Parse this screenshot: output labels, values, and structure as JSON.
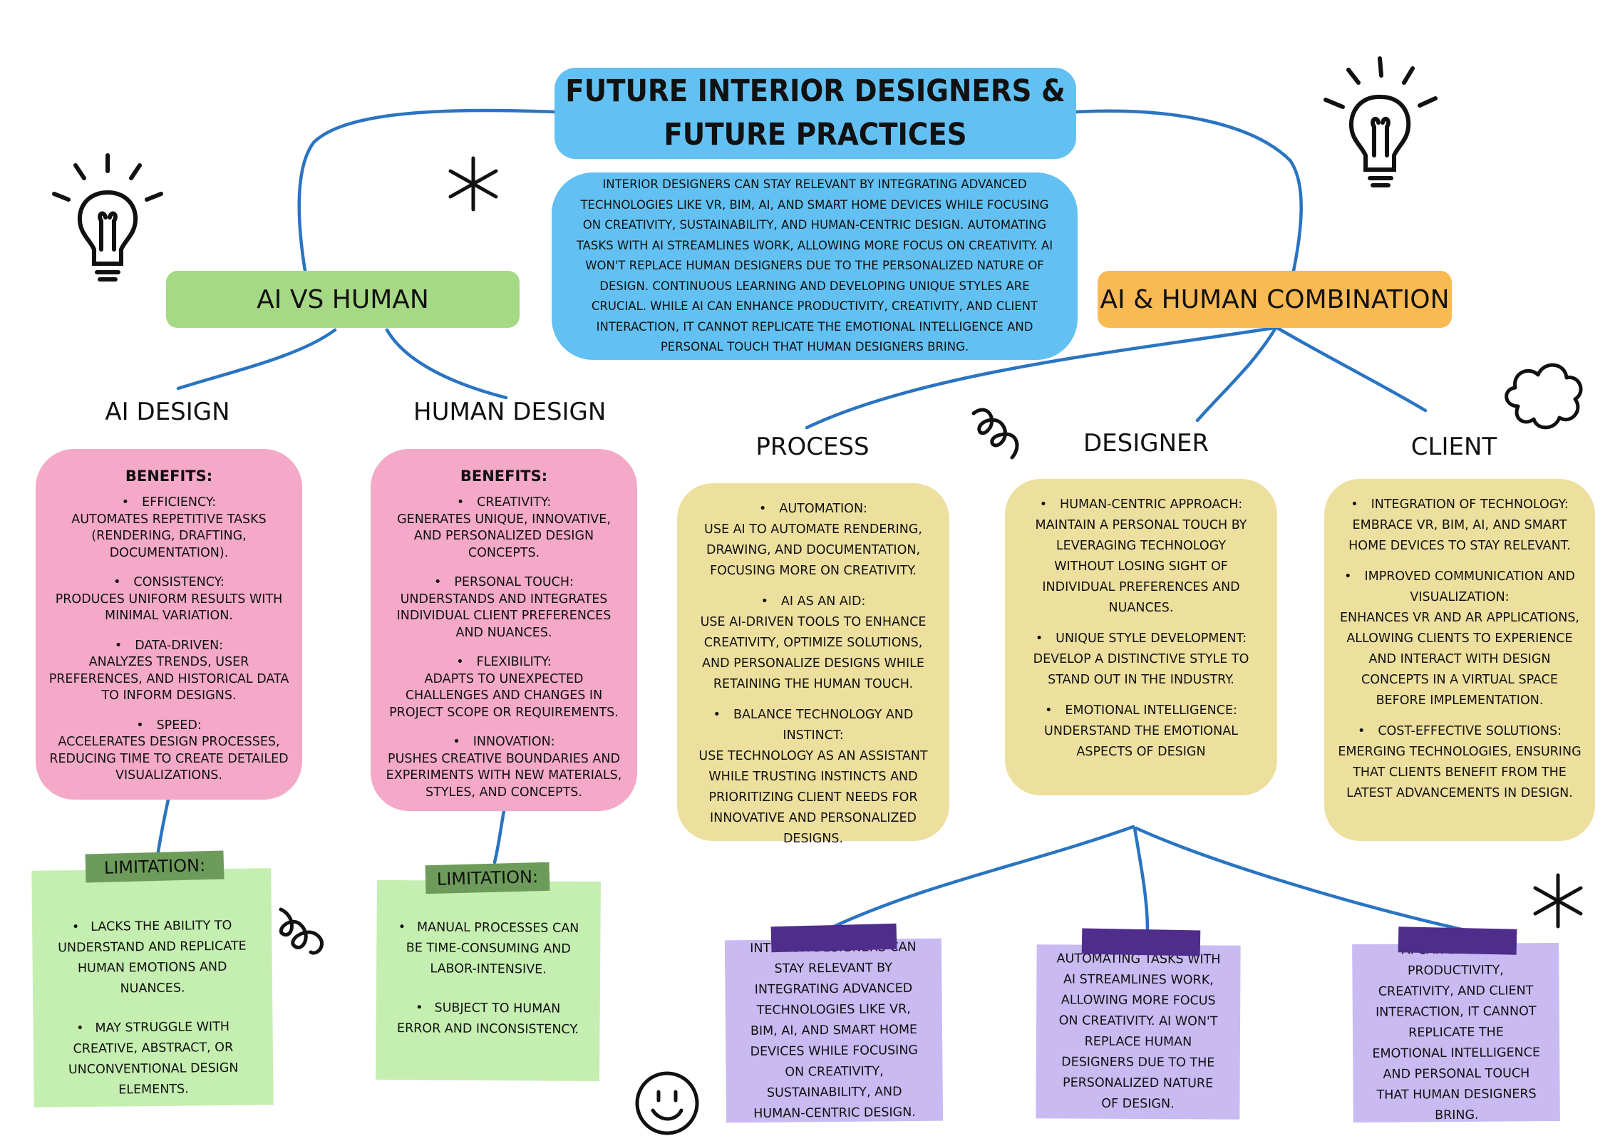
{
  "title": "FUTURE INTERIOR DESIGNERS & FUTURE PRACTICES",
  "intro": "Interior designers can stay relevant by integrating advanced technologies like VR, BIM, AI, and smart home devices while focusing on creativity, sustainability, and human-centric design. Automating tasks with AI streamlines work, allowing more focus on creativity. AI won't replace human designers due to the personalized nature of design. Continuous learning and developing unique styles are crucial. While AI can enhance productivity, creativity, and client interaction, it cannot replicate the emotional intelligence and personal touch that human designers bring.",
  "left_branch": {
    "label": "AI VS HUMAN",
    "ai_design": {
      "heading": "AI DESIGN",
      "title": "BENEFITS:",
      "items": [
        {
          "label": "EFFICIENCY:",
          "desc": "Automates repetitive tasks (rendering, drafting, documentation)."
        },
        {
          "label": "CONSISTENCY:",
          "desc": "Produces uniform results with minimal variation."
        },
        {
          "label": "DATA-DRIVEN:",
          "desc": "Analyzes trends, user preferences, and historical data to inform designs."
        },
        {
          "label": "SPEED:",
          "desc": "Accelerates design processes, reducing time to create detailed visualizations."
        }
      ],
      "limitation_title": "LIMITATION:",
      "limitations": [
        "Lacks the ability to understand and replicate human emotions and nuances.",
        "May struggle with creative, abstract, or unconventional design elements."
      ]
    },
    "human_design": {
      "heading": "HUMAN DESIGN",
      "title": "BENEFITS:",
      "items": [
        {
          "label": "CREATIVITY:",
          "desc": "Generates unique, innovative, and personalized design concepts."
        },
        {
          "label": "PERSONAL TOUCH:",
          "desc": "Understands and integrates individual client preferences and nuances."
        },
        {
          "label": "FLEXIBILITY:",
          "desc": "Adapts to unexpected challenges and changes in project scope or requirements."
        },
        {
          "label": "INNOVATION:",
          "desc": "Pushes creative boundaries and experiments with new materials, styles, and concepts."
        }
      ],
      "limitation_title": "LIMITATION:",
      "limitations": [
        "Manual processes can be time-consuming and labor-intensive.",
        "Subject to human error and inconsistency."
      ]
    }
  },
  "right_branch": {
    "label": "AI & HUMAN COMBINATION",
    "process": {
      "heading": "PROCESS",
      "items": [
        {
          "label": "AUTOMATION:",
          "desc": "Use AI to automate rendering, drawing, and documentation, focusing more on creativity."
        },
        {
          "label": "AI AS AN AID:",
          "desc": "Use AI-driven tools to enhance creativity, optimize solutions, and personalize designs while retaining the human touch."
        },
        {
          "label": "BALANCE TECHNOLOGY AND INSTINCT:",
          "desc": "Use technology as an assistant while trusting instincts and prioritizing client needs for innovative and personalized designs."
        }
      ]
    },
    "designer": {
      "heading": "DESIGNER",
      "items": [
        {
          "label": "HUMAN-CENTRIC APPROACH:",
          "desc": "Maintain a personal touch by leveraging technology without losing sight of individual preferences and nuances."
        },
        {
          "label": "UNIQUE STYLE DEVELOPMENT:",
          "desc": "Develop a distinctive style to stand out in the industry."
        },
        {
          "label": "EMOTIONAL INTELLIGENCE:",
          "desc": "Understand the emotional aspects of design"
        }
      ]
    },
    "client": {
      "heading": "CLIENT",
      "items": [
        {
          "label": "INTEGRATION OF TECHNOLOGY:",
          "desc": "Embrace VR, BIM, AI, and smart home devices to stay relevant."
        },
        {
          "label": "IMPROVED COMMUNICATION AND VISUALIZATION:",
          "desc": "Enhances VR and AR applications, allowing clients to experience and interact with design concepts in a virtual space before implementation."
        },
        {
          "label": "COST-EFFECTIVE SOLUTIONS:",
          "desc": "Emerging technologies, ensuring that clients benefit from the latest advancements in design."
        }
      ]
    },
    "notes": [
      "Interior designers can stay relevant by integrating advanced technologies like VR, BIM, AI, and smart home devices while focusing on creativity, sustainability, and human-centric design.",
      "Automating tasks with AI streamlines work, allowing more focus on creativity. AI won't replace human designers due to the personalized nature of design.",
      "AI can enhance productivity, creativity, and client interaction, it cannot replicate the emotional intelligence and personal touch that human designers bring."
    ]
  },
  "colors": {
    "connector": "#2a74c2",
    "title_box": "#62c1f2",
    "green_pill": "#a6d985",
    "orange_pill": "#f9b953",
    "pink_card": "#f3a9c7",
    "yellow_card": "#ede09e",
    "green_note": "#c5eeb1",
    "purple_note": "#c9baf2"
  },
  "doodles": [
    "lightbulb-icon",
    "lightbulb-icon",
    "asterisk-icon",
    "asterisk-icon",
    "squiggle-icon",
    "squiggle-icon",
    "cloud-icon",
    "smiley-icon"
  ]
}
